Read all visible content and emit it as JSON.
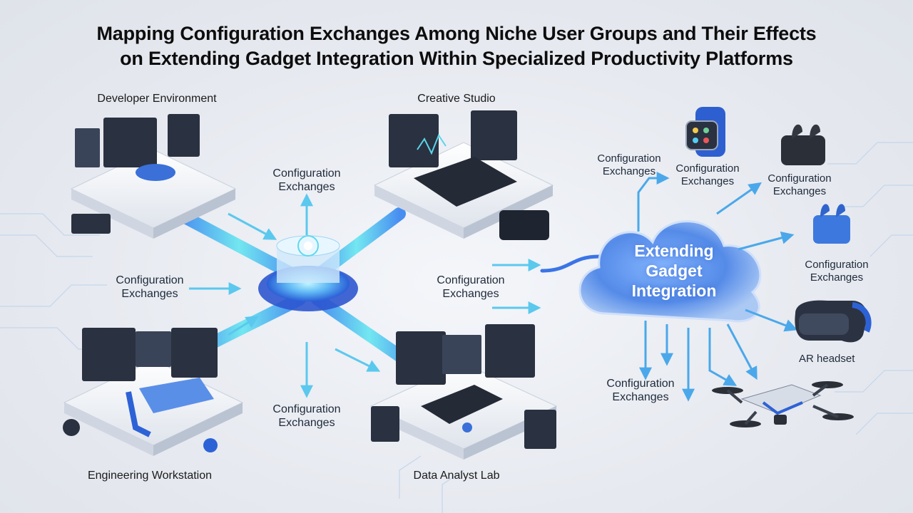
{
  "title_line1": "Mapping Configuration Exchanges Among Niche User Groups and Their Effects",
  "title_line2": "on Extending Gadget Integration Within Specialized Productivity Platforms",
  "platforms": {
    "developer": "Developer Environment",
    "creative": "Creative Studio",
    "engineering": "Engineering Workstation",
    "analyst": "Data Analyst Lab"
  },
  "flow_label_line1": "Configuration",
  "flow_label_line2": "Exchanges",
  "cloud": {
    "line1": "Extending",
    "line2": "Gadget",
    "line3": "Integration"
  },
  "ar_headset": "AR headset",
  "colors": {
    "accent": "#2f6fe0",
    "glow": "#38d6e6",
    "title": "#0d0d0d"
  }
}
